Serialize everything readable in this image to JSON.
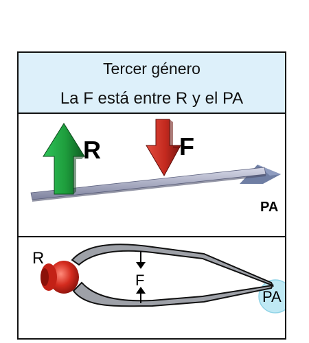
{
  "header": {
    "title": "Tercer género",
    "subtitle": "La F está entre R y el PA"
  },
  "lever_diagram": {
    "resistance_label": "R",
    "force_label": "F",
    "fulcrum_label": "PA"
  },
  "tweezers_diagram": {
    "resistance_label": "R",
    "force_label": "F",
    "fulcrum_label": "PA"
  },
  "colors": {
    "title_bg": "#ddf0fa",
    "resistance_arrow": "#1e9c3c",
    "force_arrow": "#c42a1f",
    "lever_beam": "#a9adc8",
    "fulcrum": "#6f7ea3",
    "fulcrum_circle": "#bfe9f4"
  }
}
